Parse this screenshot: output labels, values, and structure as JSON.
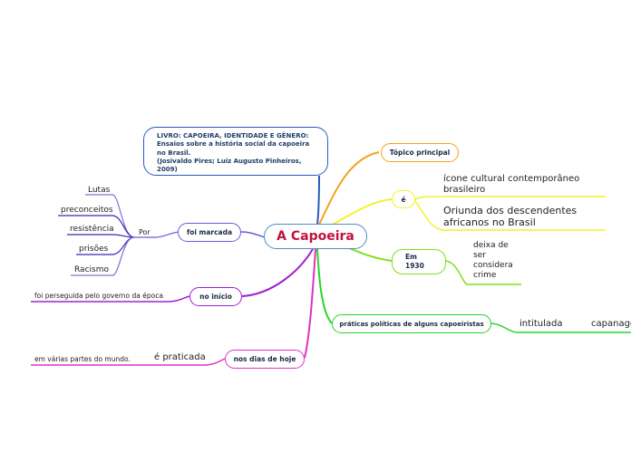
{
  "center": "A Capoeira",
  "book": "LIVRO: CAPOEIRA, IDENTIDADE E GÊNERO:\nEnsaios sobre a história social da capoeira\nno Brasil.\n(Josivaldo Pires; Luiz Augusto Pinheiros,\n2009)",
  "topico": "Tópico principal",
  "e": {
    "label": "é",
    "items": [
      "ícone cultural contemporâneo brasileiro",
      "Oriunda dos descendentes africanos no Brasil"
    ]
  },
  "em1930": {
    "label": "Em\n1930",
    "item": "deixa de ser considera crime"
  },
  "praticas": {
    "label": "práticas políticas de alguns capoeiristas",
    "intitulada": "intitulada",
    "capanage": "capanage"
  },
  "foi_marcada": {
    "label": "foi marcada",
    "por": "Por",
    "items": [
      "Lutas",
      "preconceitos",
      "resistência",
      "prisões",
      "Racismo"
    ]
  },
  "no_inicio": {
    "label": "no início",
    "item": "foi perseguida pelo governo da época"
  },
  "nos_dias": {
    "label": "nos dias de hoje",
    "praticada": "é praticada",
    "item": "em várias partes do mundo."
  }
}
